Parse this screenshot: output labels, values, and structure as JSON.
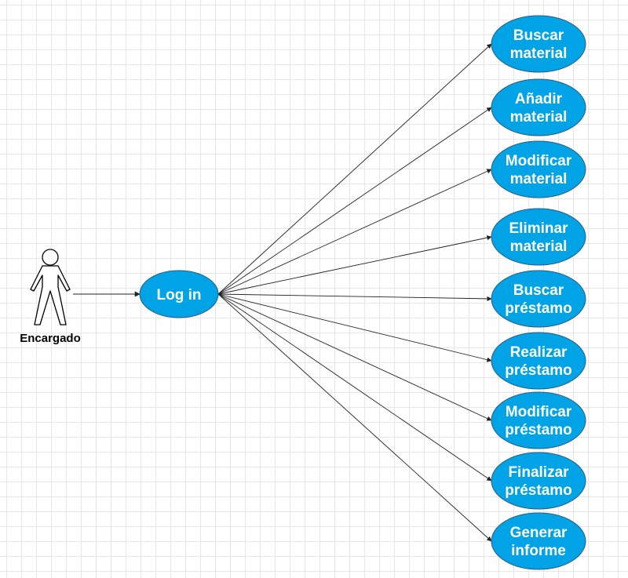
{
  "diagram": {
    "actor": {
      "label": "Encargado"
    },
    "login": {
      "label": "Log in"
    },
    "use_cases": [
      {
        "line1": "Buscar",
        "line2": "material"
      },
      {
        "line1": "Añadir",
        "line2": "material"
      },
      {
        "line1": "Modificar",
        "line2": "material"
      },
      {
        "line1": "Eliminar",
        "line2": "material"
      },
      {
        "line1": "Buscar",
        "line2": "préstamo"
      },
      {
        "line1": "Realizar",
        "line2": "préstamo"
      },
      {
        "line1": "Modificar",
        "line2": "préstamo"
      },
      {
        "line1": "Finalizar",
        "line2": "préstamo"
      },
      {
        "line1": "Generar",
        "line2": "informe"
      }
    ],
    "colors": {
      "fill": "#00a3e6",
      "stroke": "#2b5d80",
      "line": "#222222",
      "grid": "#e6e6e6"
    }
  }
}
